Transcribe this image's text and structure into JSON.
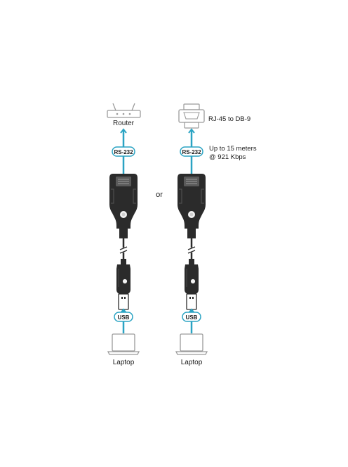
{
  "colors": {
    "cable": "#2aa3c3",
    "pill_border": "#2aa3c3",
    "device_body": "#2b2b2b",
    "device_outline": "#8a8a8a"
  },
  "left": {
    "device_label": "Router",
    "serial_badge": "RS-232",
    "usb_badge": "USB",
    "computer_label": "Laptop"
  },
  "separator": "or",
  "right": {
    "adapter_label": "RJ-45 to DB-9",
    "distance_line1": "Up to 15 meters",
    "distance_line2": "@ 921 Kbps",
    "serial_badge": "RS-232",
    "usb_badge": "USB",
    "computer_label": "Laptop"
  }
}
